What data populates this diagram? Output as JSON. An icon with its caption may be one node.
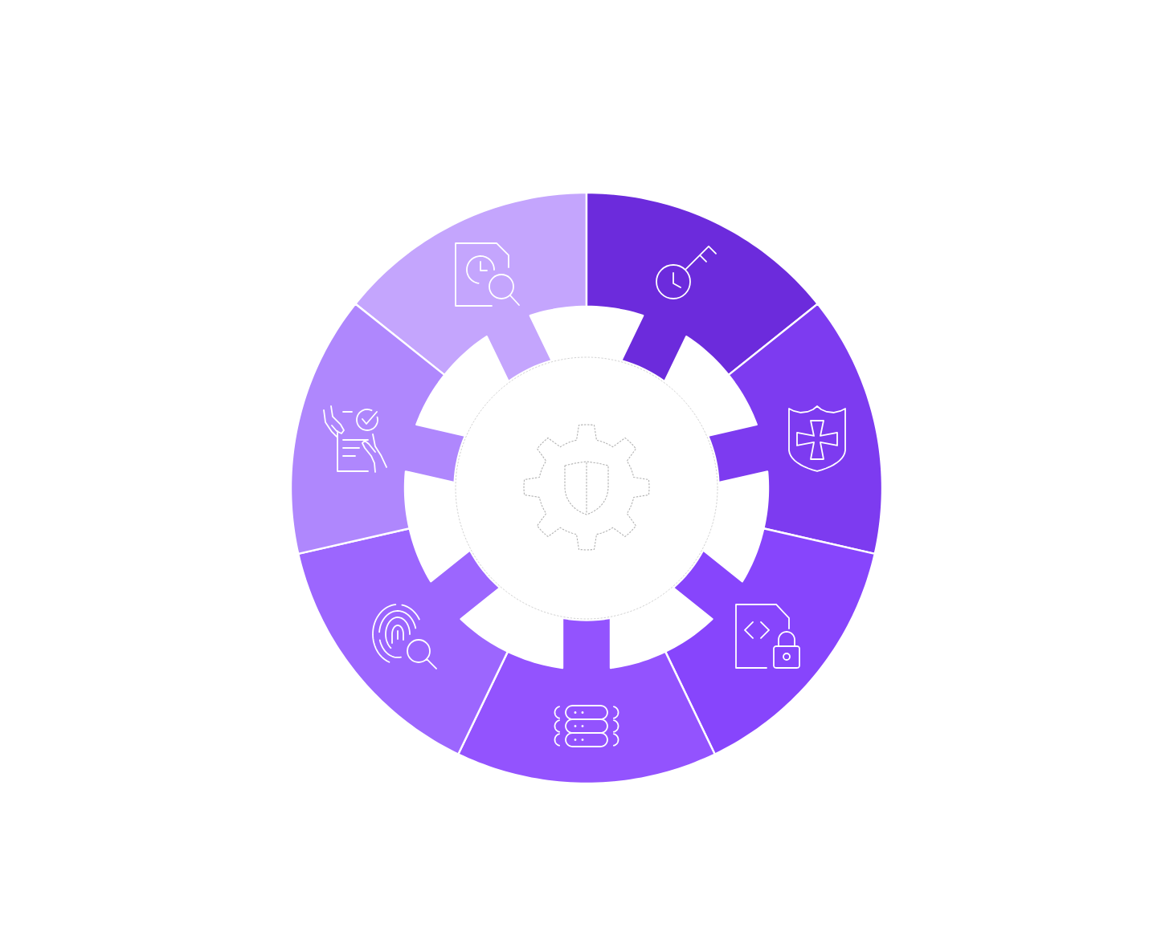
{
  "diagram": {
    "nodes": [
      {
        "text": [],
        "shape": "sector"
      },
      {
        "text": [],
        "shape": "sector"
      },
      {
        "text": [],
        "shape": "sector"
      },
      {
        "text": [],
        "shape": "sector"
      },
      {
        "text": [],
        "shape": "sector"
      },
      {
        "text": [],
        "shape": "sector"
      },
      {
        "text": [],
        "shape": "sector"
      },
      {
        "text": [],
        "shape": "circle"
      },
      {
        "text": [],
        "shape": "picture",
        "in": 0
      },
      {
        "text": [],
        "shape": "picture",
        "in": 1
      },
      {
        "text": [],
        "shape": "picture",
        "in": 2
      },
      {
        "text": [],
        "shape": "picture",
        "in": 3
      },
      {
        "text": [],
        "shape": "picture",
        "in": 4
      },
      {
        "text": [],
        "shape": "picture",
        "in": 5
      },
      {
        "text": [],
        "shape": "picture",
        "in": 6
      },
      {
        "text": [],
        "shape": "picture",
        "in": 7
      }
    ]
  }
}
